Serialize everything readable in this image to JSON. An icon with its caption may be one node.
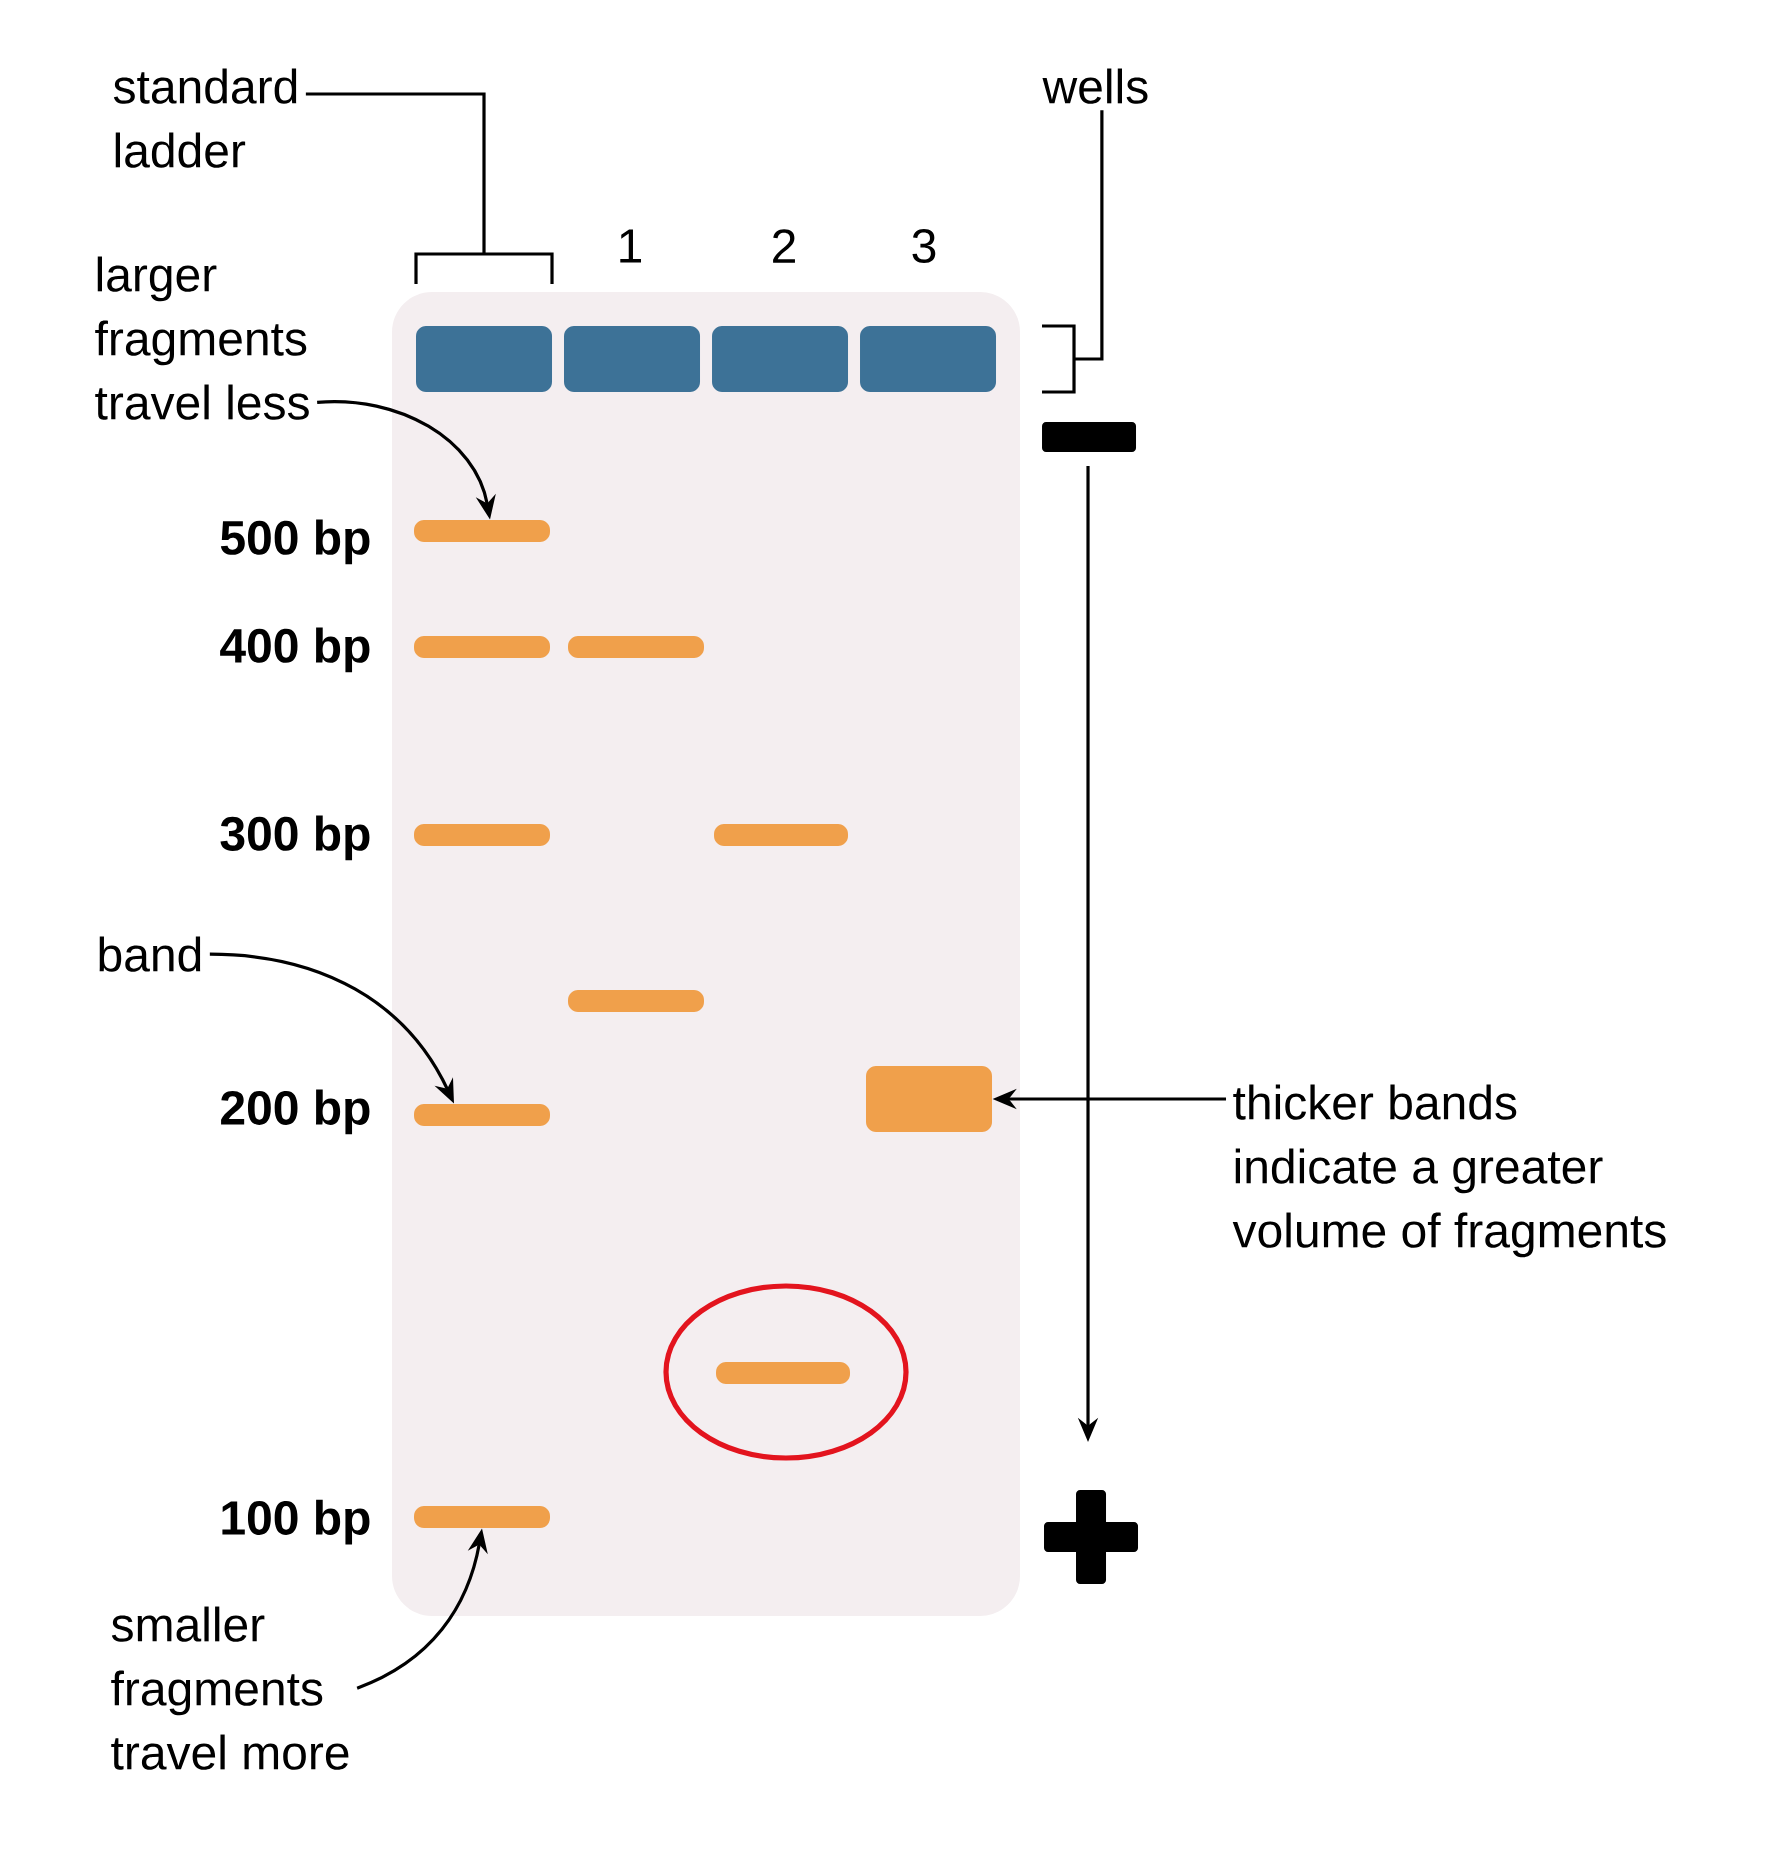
{
  "diagram": {
    "nodes": [
      {
        "text": [
          "standard ladder"
        ]
      },
      {
        "text": [
          "wells"
        ]
      },
      {
        "text": [
          "larger fragments travel less"
        ]
      },
      {
        "text": [],
        "shape": "box"
      },
      {
        "text": [],
        "shape": "box",
        "in": 3
      },
      {
        "text": [],
        "shape": "box",
        "in": 3
      },
      {
        "text": [],
        "shape": "box",
        "in": 3
      },
      {
        "text": [],
        "shape": "box",
        "in": 3
      },
      {
        "text": [],
        "shape": "bar",
        "in": 3
      },
      {
        "text": [],
        "shape": "bar",
        "in": 3
      },
      {
        "text": [],
        "shape": "bar",
        "in": 3
      },
      {
        "text": [],
        "shape": "bar",
        "in": 3
      },
      {
        "text": [],
        "shape": "bar",
        "in": 3
      },
      {
        "text": [],
        "shape": "bar",
        "in": 3
      },
      {
        "text": [],
        "shape": "bar",
        "in": 3
      },
      {
        "text": [],
        "shape": "bar",
        "in": 3
      },
      {
        "text": [],
        "shape": "circle",
        "in": 3
      },
      {
        "text": [],
        "shape": "bar",
        "in": 16
      },
      {
        "text": [],
        "shape": "bar",
        "in": 3
      },
      {
        "text": [
          "band"
        ]
      },
      {
        "text": [
          "thicker bands indicate a greater volume of fragments"
        ]
      },
      {
        "text": [
          "smaller fragments travel more"
        ]
      },
      {
        "text": [],
        "shape": "bracket"
      },
      {
        "text": [],
        "shape": "bracket"
      }
    ],
    "edges": [
      {
        "from": 0,
        "to": 22,
        "arrow": "none"
      },
      {
        "from": 1,
        "to": 23,
        "arrow": "none"
      },
      {
        "from": 2,
        "to": 8,
        "arrow": "to"
      },
      {
        "from": 19,
        "to": 14,
        "arrow": "to"
      },
      {
        "from": 20,
        "to": 15,
        "arrow": "to"
      },
      {
        "from": 21,
        "to": 18,
        "arrow": "to"
      }
    ],
    "labels": [
      "1",
      "2",
      "3",
      "500 bp",
      "400 bp",
      "300 bp",
      "200 bp",
      "100 bp"
    ]
  }
}
